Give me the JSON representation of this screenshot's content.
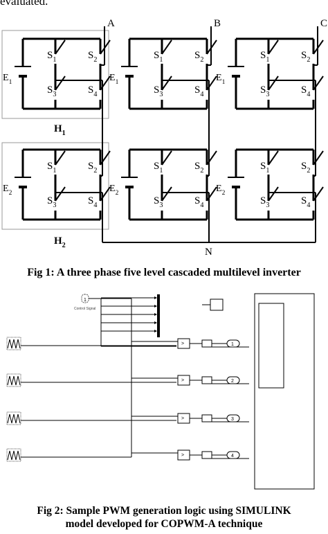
{
  "top_text": "evaluated.",
  "fig1": {
    "caption": "Fig 1: A three phase five level cascaded multilevel inverter",
    "phase_labels": [
      "A",
      "B",
      "C"
    ],
    "neutral_label": "N",
    "module_labels": [
      "H",
      "H"
    ],
    "module_subs": [
      "1",
      "2"
    ],
    "source_labels": [
      "E",
      "E"
    ],
    "source_subs": [
      "1",
      "2"
    ],
    "switch_label": "S",
    "switch_subs": [
      "1",
      "2",
      "3",
      "4"
    ]
  },
  "fig2": {
    "caption_line1": "Fig 2: Sample PWM generation logic using SIMULINK",
    "caption_line2": "model developed for COPWM-A technique",
    "control_label": "Control Signal",
    "constant_value": "1",
    "outport_labels": [
      "1",
      "2",
      "3",
      "4"
    ]
  }
}
